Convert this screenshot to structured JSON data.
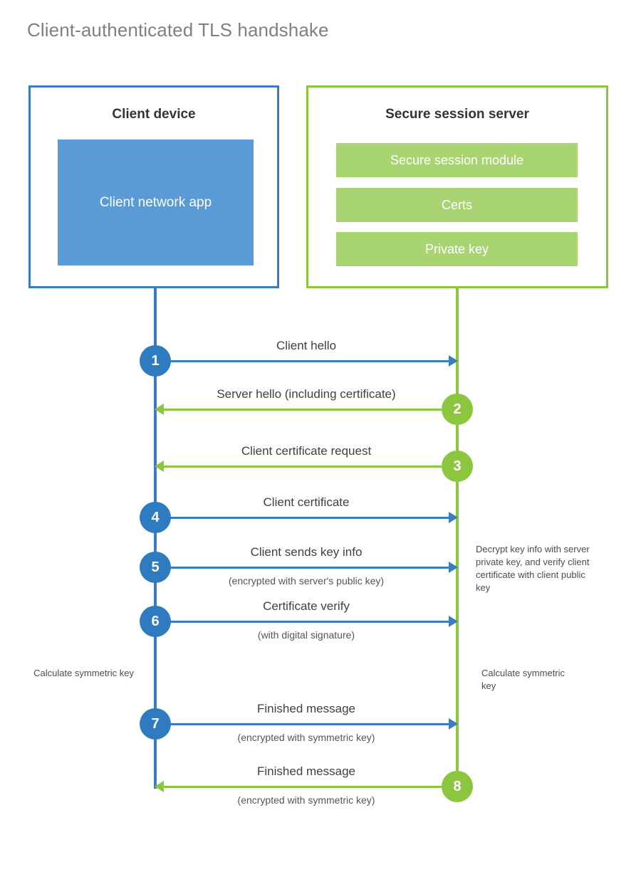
{
  "title": "Client-authenticated TLS handshake",
  "actors": {
    "client": {
      "title": "Client device",
      "component": "Client network app"
    },
    "server": {
      "title": "Secure session server",
      "components": [
        "Secure session module",
        "Certs",
        "Private key"
      ]
    }
  },
  "steps": [
    {
      "number": "1",
      "label": "Client hello",
      "sublabel": "",
      "direction": "client-to-server"
    },
    {
      "number": "2",
      "label": "Server hello (including certificate)",
      "sublabel": "",
      "direction": "server-to-client"
    },
    {
      "number": "3",
      "label": "Client certificate request",
      "sublabel": "",
      "direction": "server-to-client"
    },
    {
      "number": "4",
      "label": "Client certificate",
      "sublabel": "",
      "direction": "client-to-server"
    },
    {
      "number": "5",
      "label": "Client sends key info",
      "sublabel": "(encrypted with server's public key)",
      "direction": "client-to-server"
    },
    {
      "number": "6",
      "label": "Certificate verify",
      "sublabel": "(with digital signature)",
      "direction": "client-to-server"
    },
    {
      "number": "7",
      "label": "Finished message",
      "sublabel": "(encrypted with symmetric key)",
      "direction": "client-to-server"
    },
    {
      "number": "8",
      "label": "Finished message",
      "sublabel": "(encrypted with symmetric key)",
      "direction": "server-to-client"
    }
  ],
  "notes": {
    "server_decrypt": "Decrypt key info with server private key, and verify client certificate with client public key",
    "client_calc": "Calculate symmetric key",
    "server_calc": "Calculate symmetric key"
  },
  "colors": {
    "client_accent": "#3B7CBF",
    "client_fill": "#5B9BD5",
    "server_accent": "#8CC63F",
    "server_fill": "#A8D472",
    "title_text": "#808080",
    "body_text": "#404040"
  }
}
